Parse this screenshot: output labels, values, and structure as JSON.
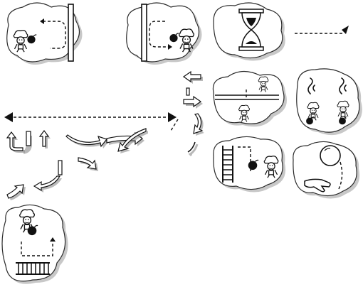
{
  "figure": {
    "panels": [
      {
        "id": "push-door-left",
        "icon": "character-with-bomb-and-door"
      },
      {
        "id": "push-door-right",
        "icon": "character-with-bomb-and-door"
      },
      {
        "id": "hourglass",
        "icon": "hourglass-icon"
      },
      {
        "id": "fall-down",
        "icon": "character-falling"
      },
      {
        "id": "smoke-characters",
        "icon": "characters-in-smoke"
      },
      {
        "id": "ladder-climb",
        "icon": "ladder-with-character"
      },
      {
        "id": "pointing-bubble",
        "icon": "hand-and-bubble"
      },
      {
        "id": "ladder-bottom",
        "icon": "horizontal-ladder-with-character"
      }
    ],
    "colors": {
      "ink": "#111111",
      "shadow": "#9a9a9a",
      "background": "#ffffff"
    }
  }
}
